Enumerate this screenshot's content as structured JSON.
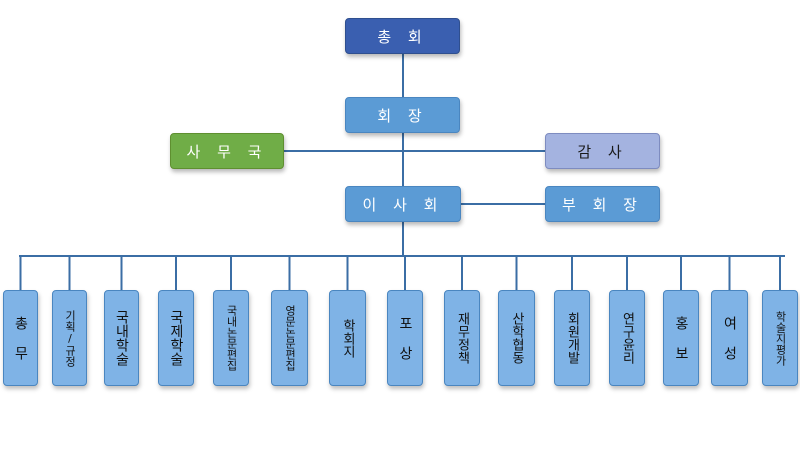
{
  "colors": {
    "top": "#3a5fb0",
    "blue": "#5b9bd5",
    "blue_light": "#7fb3e6",
    "green": "#70ad47",
    "lavender": "#a4b3e0",
    "line": "#3b6ea5"
  },
  "nodes": {
    "general_assembly": "총 회",
    "president": "회 장",
    "secretariat": "사 무 국",
    "auditor": "감 사",
    "board": "이 사 회",
    "vice_president": "부 회 장"
  },
  "committees": [
    {
      "label": "총 무"
    },
    {
      "label": "기획/규정"
    },
    {
      "label": "국내학술"
    },
    {
      "label": "국제학술"
    },
    {
      "label": "국내논문편집"
    },
    {
      "label": "영문논문편집"
    },
    {
      "label": "학회지"
    },
    {
      "label": "포 상"
    },
    {
      "label": "재무정책"
    },
    {
      "label": "산학협동"
    },
    {
      "label": "회원개발"
    },
    {
      "label": "연구윤리"
    },
    {
      "label": "홍 보"
    },
    {
      "label": "여 성"
    },
    {
      "label": "학술지평가"
    }
  ]
}
